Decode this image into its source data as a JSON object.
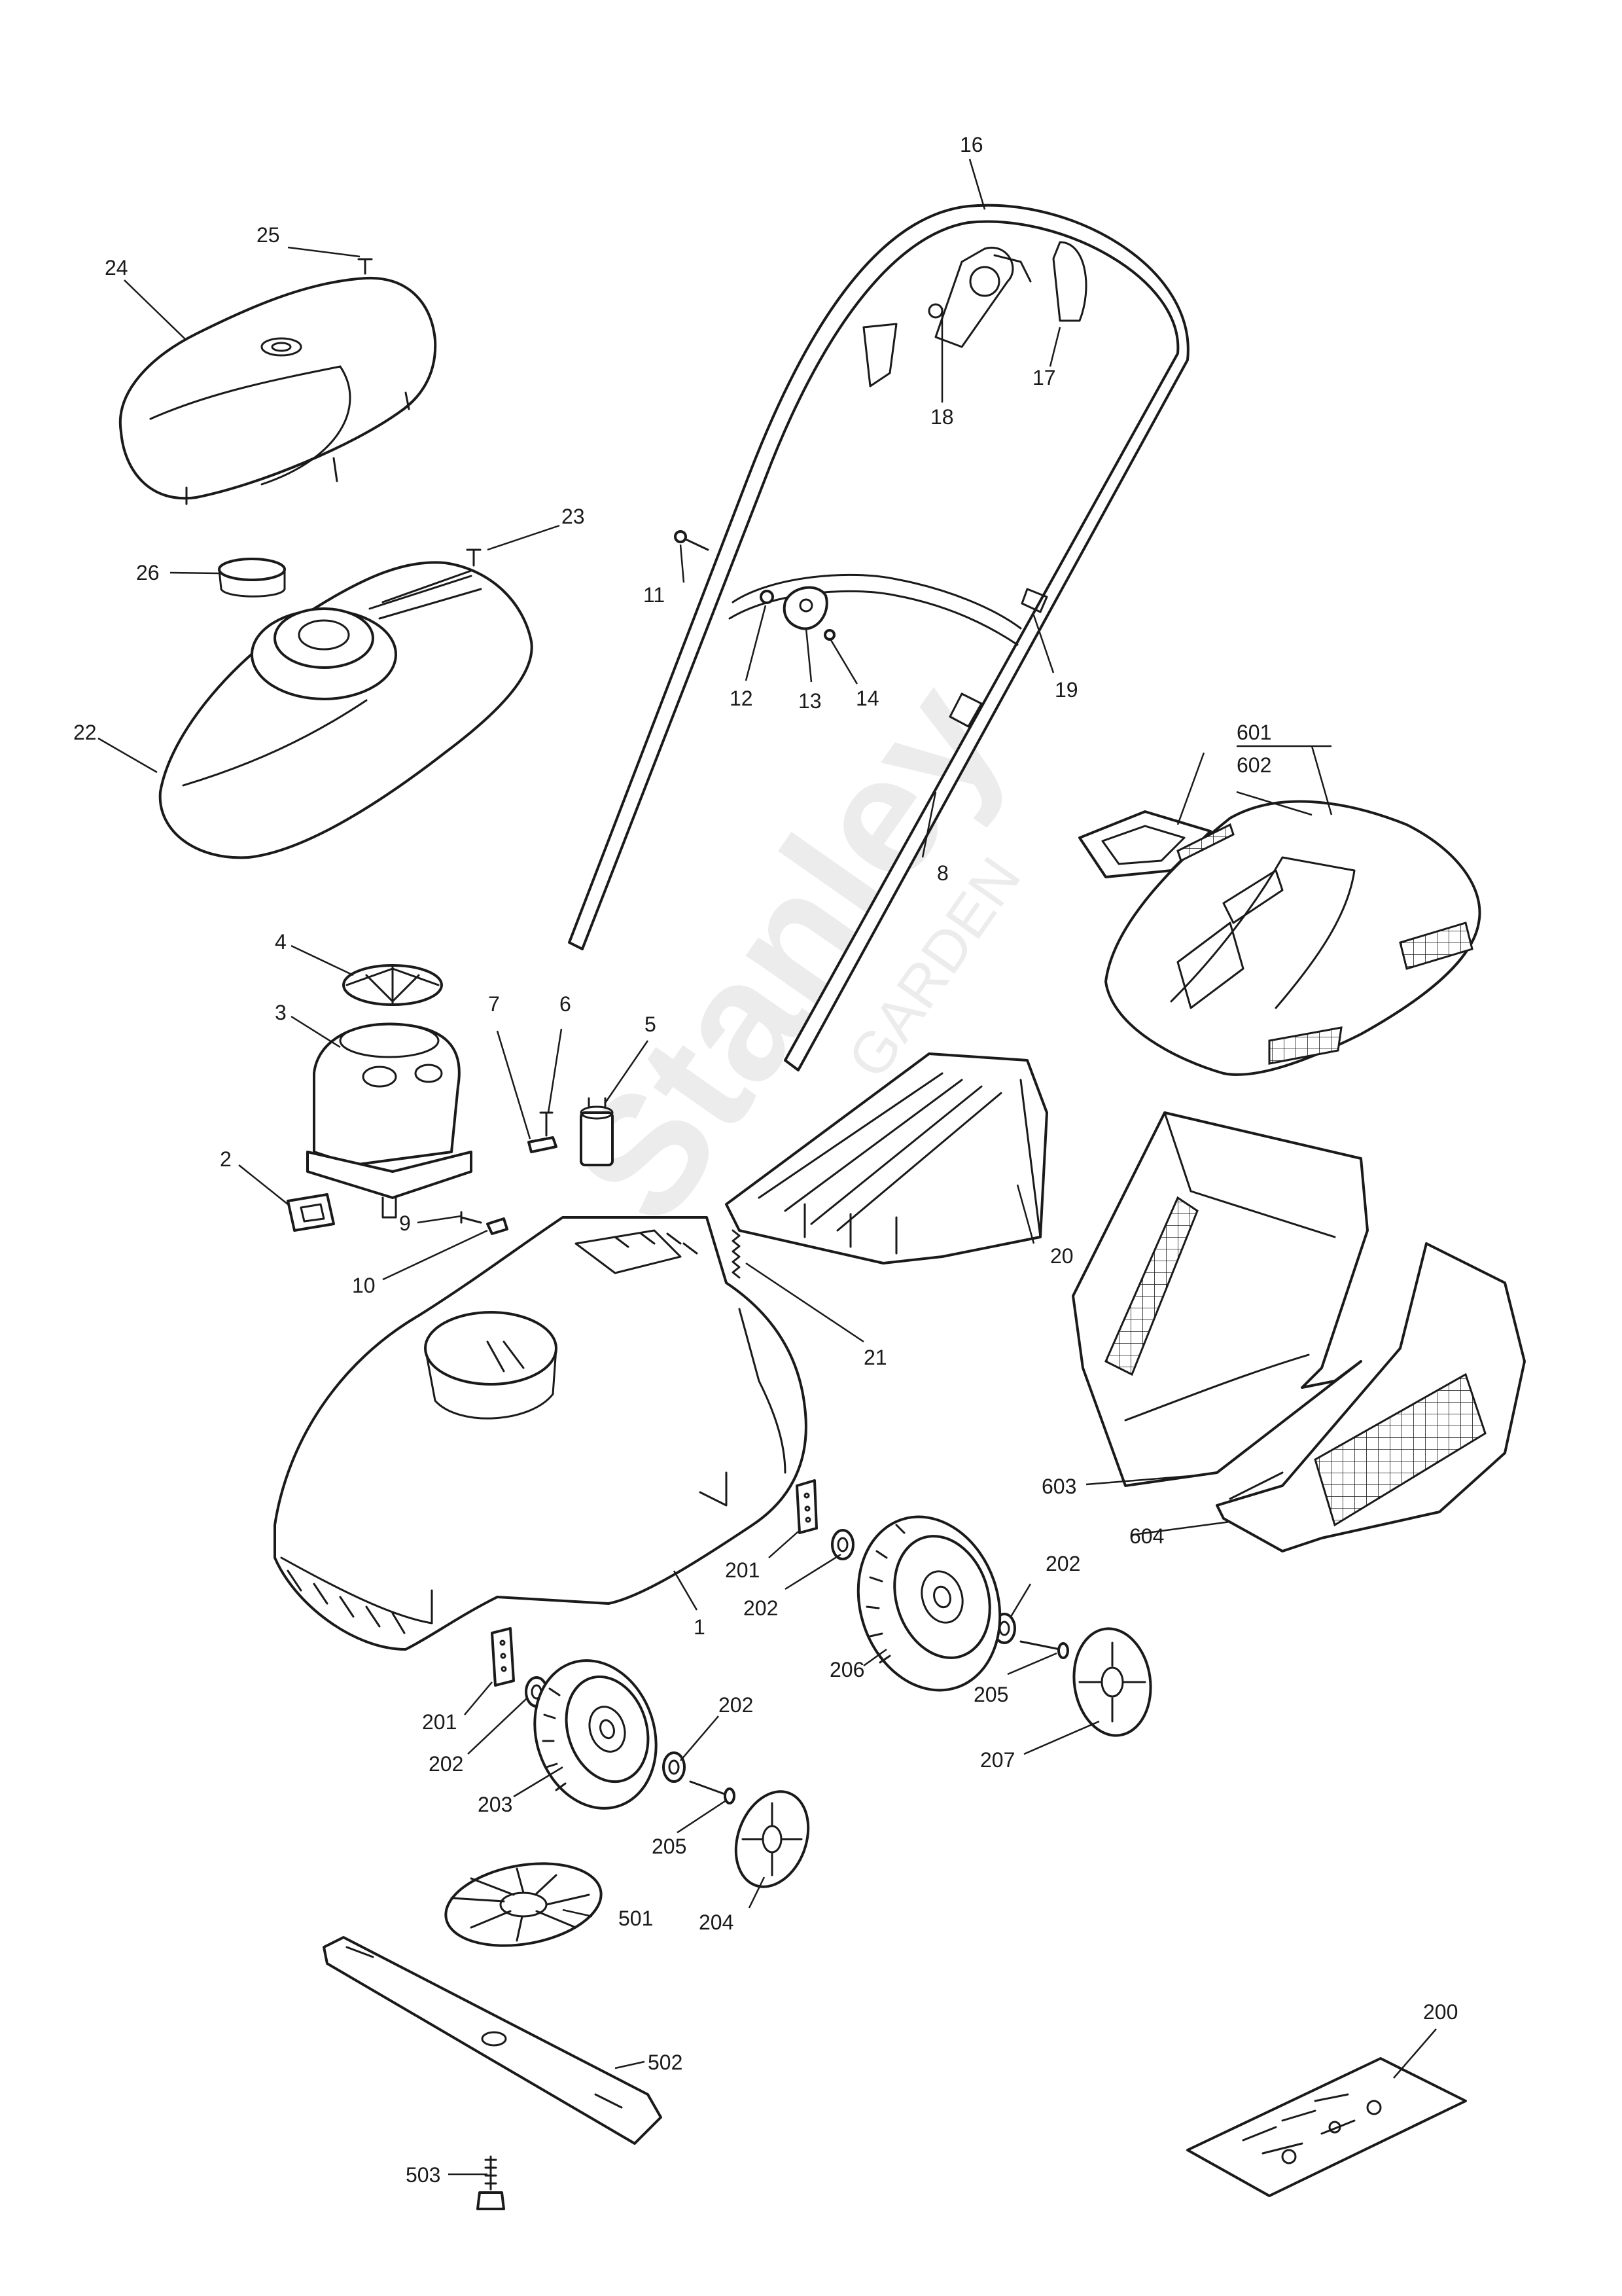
{
  "watermark": {
    "text": "Stanley",
    "subtext": "GARDEN"
  },
  "callouts": {
    "c1": "1",
    "c2": "2",
    "c3": "3",
    "c4": "4",
    "c5": "5",
    "c6": "6",
    "c7": "7",
    "c8": "8",
    "c9": "9",
    "c10": "10",
    "c11": "11",
    "c12": "12",
    "c13": "13",
    "c14": "14",
    "c16": "16",
    "c17": "17",
    "c18": "18",
    "c19": "19",
    "c20": "20",
    "c21": "21",
    "c22": "22",
    "c23": "23",
    "c24": "24",
    "c25": "25",
    "c26": "26",
    "c200": "200",
    "c201a": "201",
    "c201b": "201",
    "c202a": "202",
    "c202b": "202",
    "c202c": "202",
    "c202d": "202",
    "c203": "203",
    "c204": "204",
    "c205a": "205",
    "c205b": "205",
    "c206": "206",
    "c207": "207",
    "c501": "501",
    "c502": "502",
    "c503": "503",
    "c601": "601",
    "c602": "602",
    "c603": "603",
    "c604": "604"
  }
}
